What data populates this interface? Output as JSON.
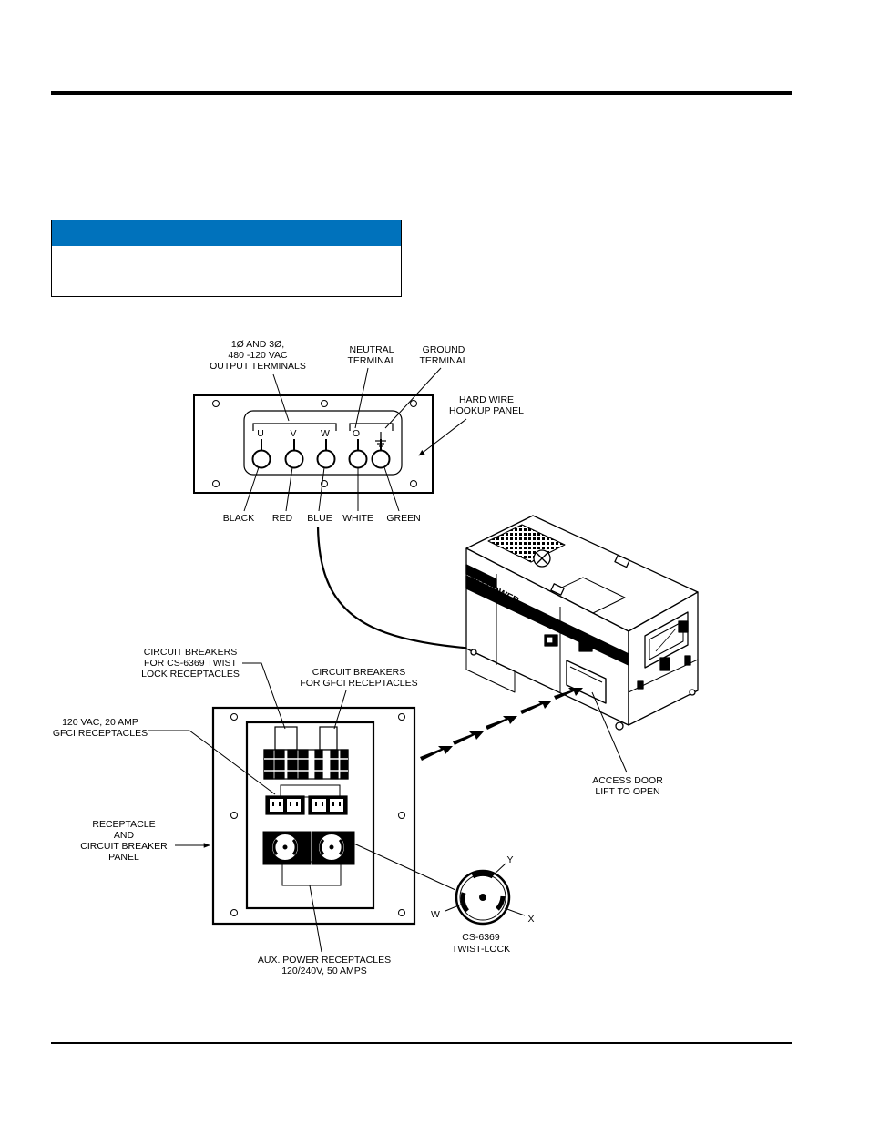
{
  "labels": {
    "output_terminals": [
      "1Ø AND 3Ø,",
      "480 -120 VAC",
      "OUTPUT TERMINALS"
    ],
    "neutral_terminal": [
      "NEUTRAL",
      "TERMINAL"
    ],
    "ground_terminal": [
      "GROUND",
      "TERMINAL"
    ],
    "hard_wire_panel": [
      "HARD WIRE",
      "HOOKUP PANEL"
    ],
    "terminal_letters": [
      "U",
      "V",
      "W",
      "O"
    ],
    "wire_colors": [
      "BLACK",
      "RED",
      "BLUE",
      "WHITE",
      "GREEN"
    ],
    "cb_twist_lock": [
      "CIRCUIT BREAKERS",
      "FOR CS-6369 TWIST",
      "LOCK RECEPTACLES"
    ],
    "cb_gfci": [
      "CIRCUIT BREAKERS",
      "FOR GFCI RECEPTACLES"
    ],
    "gfci_receptacles": [
      "120 VAC, 20 AMP",
      "GFCI RECEPTACLES"
    ],
    "receptacle_panel": [
      "RECEPTACLE",
      "AND",
      "CIRCUIT BREAKER",
      "PANEL"
    ],
    "aux_power": [
      "AUX. POWER RECEPTACLES",
      "120/240V, 50 AMPS"
    ],
    "twist_lock": [
      "CS-6369",
      "TWIST-LOCK"
    ],
    "twist_pins": [
      "Y",
      "W",
      "X"
    ],
    "access_door": [
      "ACCESS DOOR",
      "LIFT TO OPEN"
    ],
    "brand_plate": "MQ POWER"
  },
  "colors": {
    "notice_bar": "#0072bc",
    "line": "#000000"
  }
}
